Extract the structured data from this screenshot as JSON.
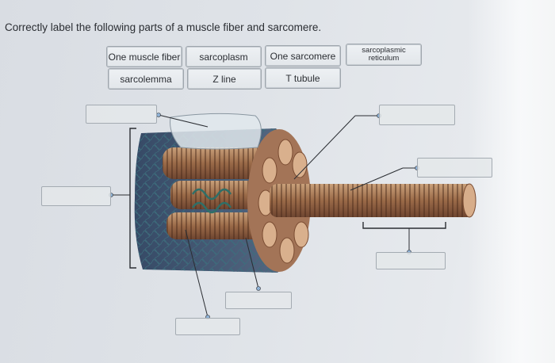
{
  "question": "Correctly label the following parts of a muscle fiber and sarcomere.",
  "labels": {
    "one_muscle_fiber": "One muscle fiber",
    "sarcoplasm": "sarcoplasm",
    "one_sarcomere": "One sarcomere",
    "sarcoplasmic_reticulum_1": "sarcoplasmic",
    "sarcoplasmic_reticulum_2": "reticulum",
    "sarcolemma": "sarcolemma",
    "z_line": "Z line",
    "t_tubule": "T tubule"
  },
  "icons": {
    "diagram": "muscle-fiber-illustration"
  }
}
